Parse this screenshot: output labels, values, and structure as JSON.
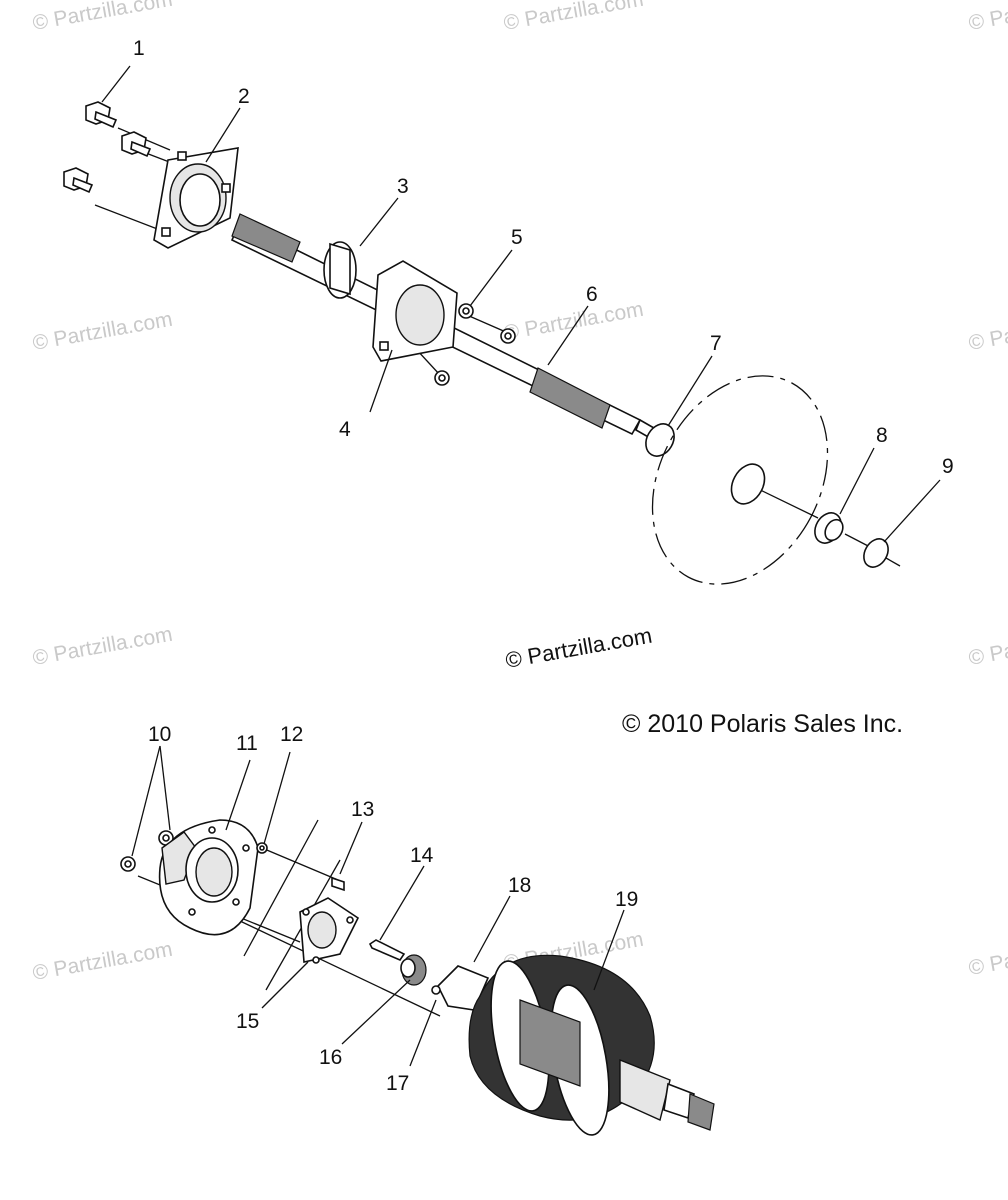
{
  "watermark": "© Partzilla.com",
  "credit": "© Partzilla.com",
  "copyright": "© 2010 Polaris Sales Inc.",
  "callouts": [
    "1",
    "2",
    "3",
    "4",
    "5",
    "6",
    "7",
    "8",
    "9",
    "10",
    "11",
    "12",
    "13",
    "14",
    "15",
    "16",
    "17",
    "18",
    "19"
  ]
}
